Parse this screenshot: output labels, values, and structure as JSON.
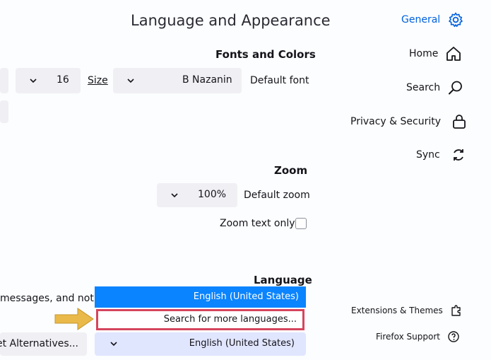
{
  "main": {
    "section_title": "Language and Appearance",
    "fonts": {
      "heading": "Fonts and Colors",
      "default_font_label": "Default font",
      "default_font_value": "B Nazanin",
      "size_label": "Size",
      "size_value": "16"
    },
    "zoom": {
      "heading": "Zoom",
      "default_zoom_label": "Default zoom",
      "default_zoom_value": "100%",
      "zoom_text_only_label": "Zoom text only",
      "zoom_text_only_checked": false
    },
    "language": {
      "heading": "Language",
      "partial_text": "messages, and notif",
      "dropdown_options": [
        "English (United States)",
        "Search for more languages..."
      ],
      "selected_value": "English (United States)",
      "set_alternatives_label": "Set Alternatives..."
    }
  },
  "sidebar": {
    "items": [
      {
        "label": "General",
        "icon": "gear-icon",
        "active": true
      },
      {
        "label": "Home",
        "icon": "home-icon"
      },
      {
        "label": "Search",
        "icon": "search-icon"
      },
      {
        "label": "Privacy & Security",
        "icon": "lock-icon"
      },
      {
        "label": "Sync",
        "icon": "sync-icon"
      }
    ],
    "footer": [
      {
        "label": "Extensions & Themes",
        "icon": "puzzle-icon"
      },
      {
        "label": "Firefox Support",
        "icon": "help-icon"
      }
    ]
  },
  "colors": {
    "accent": "#0061e0",
    "dropdown_highlight": "#0a84ff",
    "annotation_border": "#d6455d",
    "arrow": "#e9b949"
  }
}
